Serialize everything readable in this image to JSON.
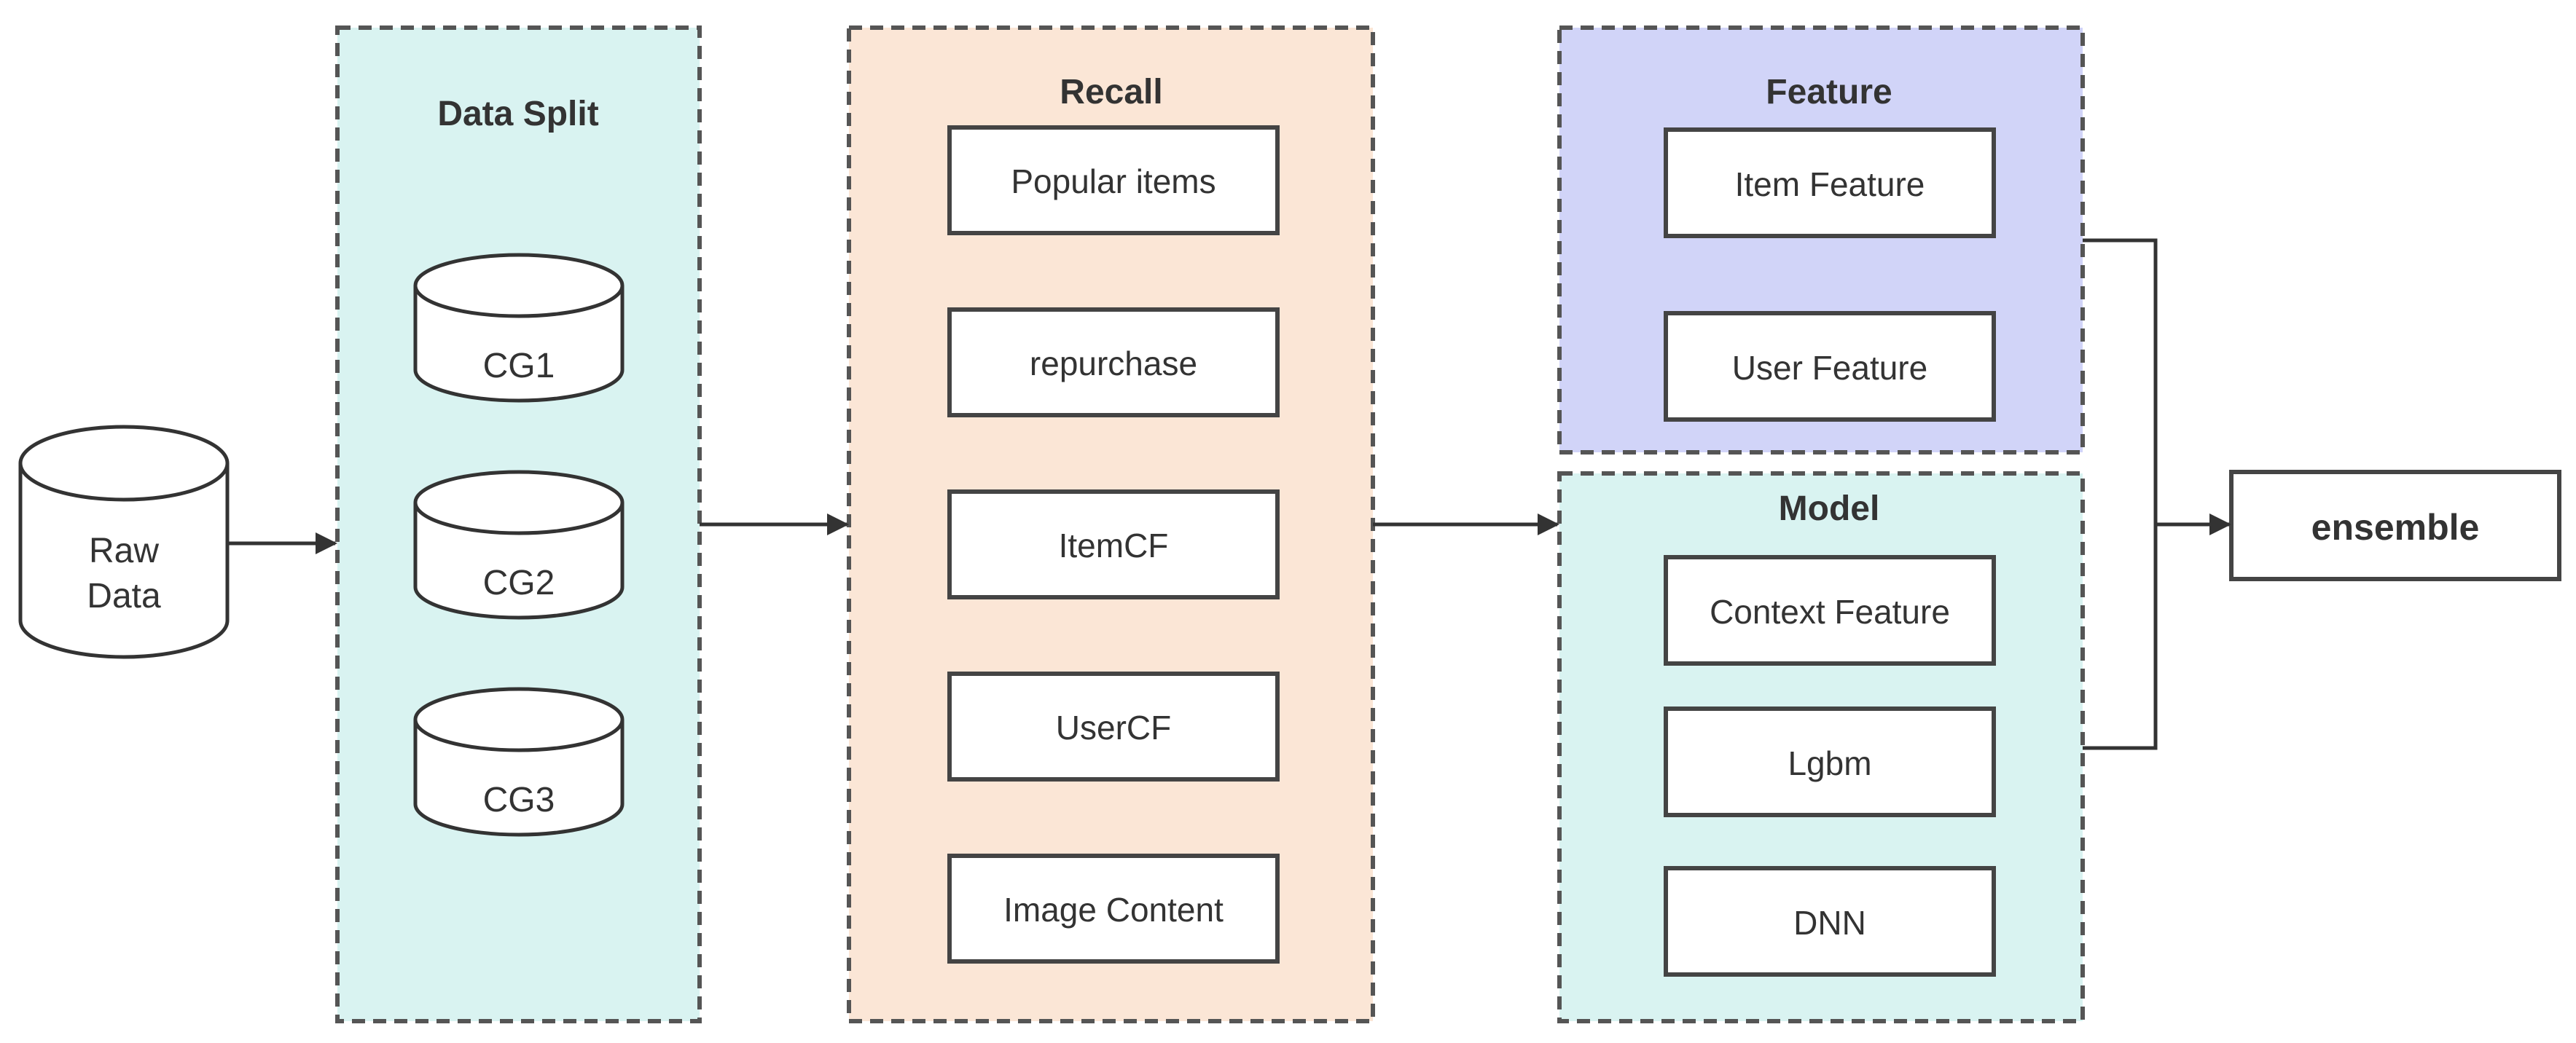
{
  "raw_data": {
    "lines": [
      "Raw",
      "Data"
    ]
  },
  "data_split": {
    "title": "Data Split",
    "items": [
      "CG1",
      "CG2",
      "CG3"
    ],
    "fill": "#d9f3f1"
  },
  "recall": {
    "title": "Recall",
    "items": [
      "Popular items",
      "repurchase",
      "ItemCF",
      "UserCF",
      "Image Content"
    ],
    "fill": "#fbe6d6"
  },
  "feature": {
    "title": "Feature",
    "items": [
      "Item Feature",
      "User Feature"
    ],
    "fill": "#d1d4f8"
  },
  "model": {
    "title": "Model",
    "items": [
      "Context Feature",
      "Lgbm",
      "DNN"
    ],
    "fill": "#d9f3f1"
  },
  "output": {
    "label": "ensemble"
  }
}
